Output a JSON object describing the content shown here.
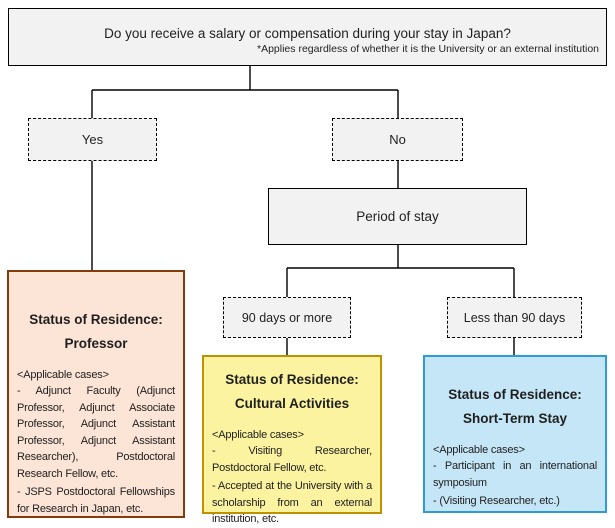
{
  "colors": {
    "decision_fill": "#F2F2F2",
    "line": "#000000",
    "professor_fill": "#FCE4D6",
    "professor_border": "#843C0C",
    "cultural_fill": "#FBF3A0",
    "cultural_border": "#BF9000",
    "short_term_fill": "#C5E6F7",
    "short_term_border": "#2E9BD6"
  },
  "flowchart": {
    "question": {
      "text": "Do you receive a salary or compensation during your stay in Japan?",
      "note": "*Applies regardless of whether it is the University or an external institution"
    },
    "yes_label": "Yes",
    "no_label": "No",
    "period_label": "Period of stay",
    "ninety_or_more_label": "90 days or more",
    "less_than_ninety_label": "Less than 90 days",
    "professor": {
      "heading1": "Status of Residence:",
      "heading2": "Professor",
      "cases_label": "<Applicable cases>",
      "cases": [
        "- Adjunct Faculty (Adjunct Professor, Adjunct Associate Professor, Adjunct Assistant Professor, Adjunct Assistant Researcher), Postdoctoral Research Fellow, etc.",
        "- JSPS Postdoctoral Fellowships for Research in Japan, etc."
      ]
    },
    "cultural": {
      "heading1": "Status of Residence:",
      "heading2": "Cultural Activities",
      "cases_label": "<Applicable cases>",
      "cases": [
        "- Visiting Researcher, Postdoctoral Fellow, etc.",
        "- Accepted at the University with a scholarship from an external institution, etc."
      ]
    },
    "short_term": {
      "heading1": "Status of Residence:",
      "heading2": "Short-Term Stay",
      "cases_label": "<Applicable cases>",
      "cases": [
        "- Participant in an international symposium",
        "- (Visiting Researcher, etc.)"
      ]
    }
  }
}
